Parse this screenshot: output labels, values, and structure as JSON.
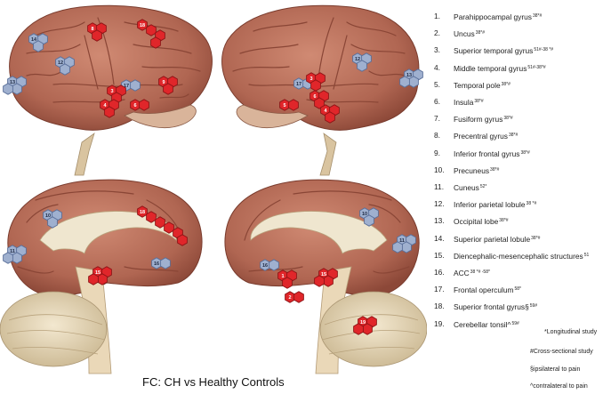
{
  "figure": {
    "caption": "FC: CH vs Healthy Controls"
  },
  "legend": {
    "items": [
      {
        "num": "1.",
        "name": "Parahippocampal gyrus",
        "refs": "38*#"
      },
      {
        "num": "2.",
        "name": "Uncus",
        "refs": "38*#"
      },
      {
        "num": "3.",
        "name": "Superior temporal gyrus",
        "refs": "51#-38 *#"
      },
      {
        "num": "4.",
        "name": "Middle temporal gyrus",
        "refs": "51#-38*#"
      },
      {
        "num": "5.",
        "name": "Temporal pole",
        "refs": "38*#"
      },
      {
        "num": "6.",
        "name": "Insula",
        "refs": "38*#"
      },
      {
        "num": "7.",
        "name": "Fusiform gyrus",
        "refs": "38*#"
      },
      {
        "num": "8.",
        "name": "Precentral gyrus",
        "refs": "38*#"
      },
      {
        "num": "9.",
        "name": "Inferior frontal gyrus",
        "refs": "38*#"
      },
      {
        "num": "10.",
        "name": "Precuneus",
        "refs": "38*#"
      },
      {
        "num": "11.",
        "name": "Cuneus",
        "refs": "52*"
      },
      {
        "num": "12.",
        "name": "Inferior parietal lobule",
        "refs": "38 *#"
      },
      {
        "num": "13.",
        "name": "Occipital lobe",
        "refs": "38*#"
      },
      {
        "num": "14.",
        "name": "Superior parietal lobule",
        "refs": "38*#"
      },
      {
        "num": "15.",
        "name": "Diencephalic-mesencephalic structures",
        "refs": "51"
      },
      {
        "num": "16.",
        "name": "ACC",
        "refs": "38 *# -58*"
      },
      {
        "num": "17.",
        "name": "Frontal operculum",
        "refs": "58*"
      },
      {
        "num": "18.",
        "name": "Superior frontal gyrus§",
        "refs": "59#"
      },
      {
        "num": "19.",
        "name": "Cerebellar tonsil^",
        "refs": "59#"
      }
    ],
    "footnotes": [
      "*Longitudinal  study",
      "#Cross-sectional study",
      "§ipsilateral to pain",
      "^contralateral to pain"
    ]
  },
  "regions": {
    "left_lateral": [
      {
        "label": "14",
        "color": "blue"
      },
      {
        "label": "8",
        "color": "red"
      },
      {
        "label": "18",
        "color": "red"
      },
      {
        "label": "12",
        "color": "blue"
      },
      {
        "label": "13",
        "color": "blue"
      },
      {
        "label": "17",
        "color": "blue"
      },
      {
        "label": "3",
        "color": "red"
      },
      {
        "label": "4",
        "color": "red"
      },
      {
        "label": "6",
        "color": "red"
      },
      {
        "label": "9",
        "color": "red"
      }
    ],
    "right_lateral": [
      {
        "label": "12",
        "color": "blue"
      },
      {
        "label": "13",
        "color": "blue"
      },
      {
        "label": "17",
        "color": "blue"
      },
      {
        "label": "3",
        "color": "red"
      },
      {
        "label": "6",
        "color": "red"
      },
      {
        "label": "5",
        "color": "red"
      },
      {
        "label": "4",
        "color": "red"
      }
    ],
    "left_medial": [
      {
        "label": "10",
        "color": "blue"
      },
      {
        "label": "18",
        "color": "red"
      },
      {
        "label": "11",
        "color": "blue"
      },
      {
        "label": "16",
        "color": "blue"
      },
      {
        "label": "15",
        "color": "red"
      }
    ],
    "right_medial": [
      {
        "label": "10",
        "color": "blue"
      },
      {
        "label": "11",
        "color": "blue"
      },
      {
        "label": "16",
        "color": "blue"
      },
      {
        "label": "1",
        "color": "red"
      },
      {
        "label": "15",
        "color": "red"
      },
      {
        "label": "2",
        "color": "red"
      },
      {
        "label": "19",
        "color": "red"
      }
    ]
  },
  "colors": {
    "cortex": "#b9705c",
    "cortex_dark": "#8e4a3a",
    "red_hex": "#e0262a",
    "blue_hex": "#9fb0cf",
    "brainstem": "#ead8b8",
    "cerebellum": "#e9dcc0"
  }
}
